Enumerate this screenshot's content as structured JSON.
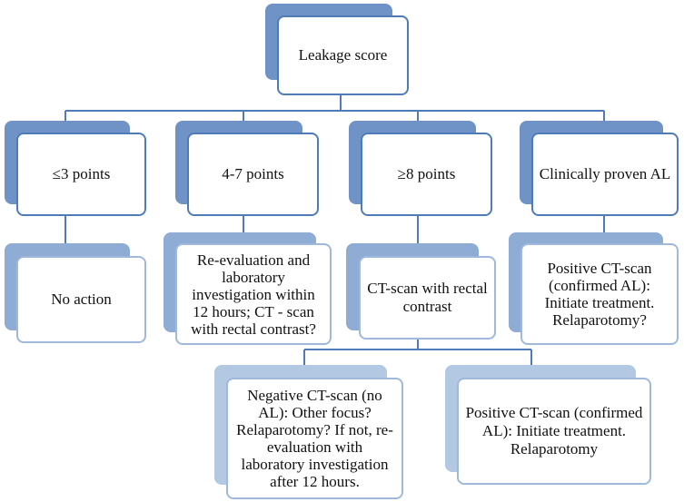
{
  "diagram": {
    "root": "Leakage score",
    "branches": [
      {
        "label": "≤3 points",
        "action": "No action"
      },
      {
        "label": "4-7 points",
        "action": "Re-evaluation and laboratory investigation within 12 hours; CT - scan with rectal contrast?"
      },
      {
        "label": "≥8 points",
        "action": "CT-scan with rectal contrast"
      },
      {
        "label": "Clinically proven AL",
        "action": "Positive CT-scan (confirmed AL): Initiate treatment. Relaparotomy?"
      }
    ],
    "ct_outcomes": [
      {
        "label": "Negative CT-scan (no AL): Other focus? Relaparotomy? If not, re-evaluation with laboratory investigation after 12 hours."
      },
      {
        "label": "Positive CT-scan (confirmed AL): Initiate treatment. Relaparotomy"
      }
    ]
  },
  "colors": {
    "box_border": "#4f7cb8",
    "shadow_dark": "#6f93c6",
    "shadow_mid": "#8eacd4",
    "shadow_light": "#b3c8e3",
    "connector": "#4f7cb8"
  }
}
